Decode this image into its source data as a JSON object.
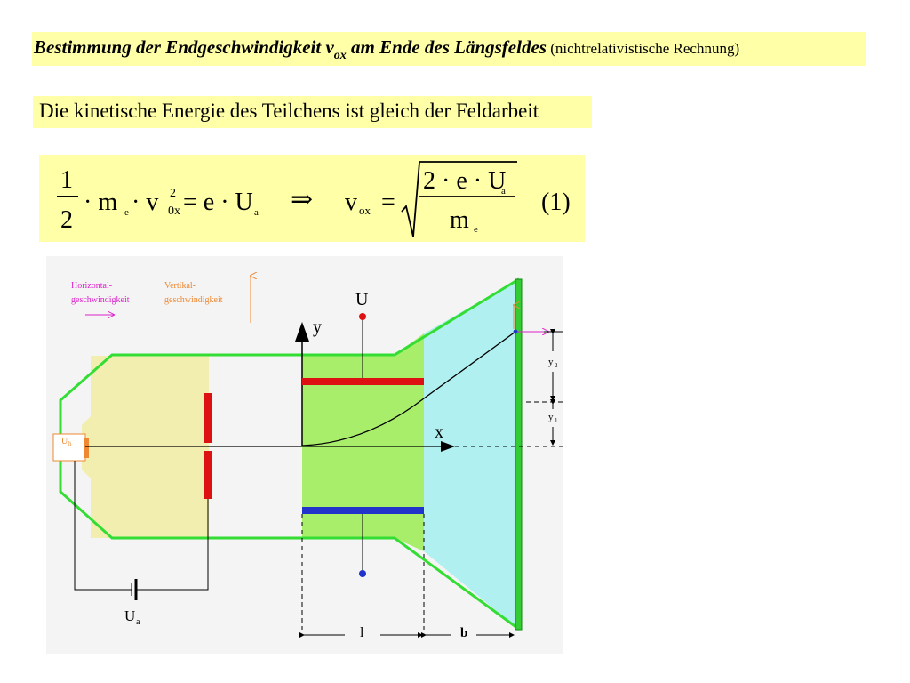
{
  "header": {
    "title_part1": "Bestimmung der Endgeschwindigkeit v",
    "title_sub": "ox",
    "title_part2": " am Ende des Längsfeldes",
    "title_note": " (nichtrelativistische Rechnung)",
    "statement": "Die kinetische Energie des Teilchens ist gleich der Feldarbeit"
  },
  "formula": {
    "frac_num": "1",
    "frac_den": "2",
    "lhs_terms": "· m",
    "lhs_sub_e": "e",
    "lhs_v": "· v",
    "lhs_sup": "2",
    "lhs_sub": "0x",
    "rhs1": "= e · U",
    "rhs1_sub": "a",
    "implies": "⇒",
    "v_label": "v",
    "v_sub": "ox",
    "equals": "=",
    "root_num": "2 · e · U",
    "root_num_sub": "a",
    "root_den": "m",
    "root_den_sub": "e",
    "eq_number": "(1)"
  },
  "diagram": {
    "legend_horizontal_line1": "Horizontal-",
    "legend_horizontal_line2": "geschwindigkeit",
    "legend_vertical_line1": "Vertikal-",
    "legend_vertical_line2": "geschwindigkeit",
    "label_U": "U",
    "label_y": "y",
    "label_x": "x",
    "label_Uh": "U",
    "label_Uh_sub": "h",
    "label_Ua": "U",
    "label_Ua_sub": "a",
    "label_y2": "y",
    "label_y2_sub": "2",
    "label_y1": "y",
    "label_y1_sub": "1",
    "label_l": "l",
    "label_b": "b",
    "colors": {
      "tube_outline": "#33dd33",
      "cathode_region": "#f2eeb0",
      "field_region": "#a8ee6a",
      "drift_region": "#b0f0f0",
      "plate_top": "#dd1111",
      "plate_bottom": "#2233cc",
      "screen": "#33cc33",
      "horizontal_arrow": "#dd22cc",
      "vertical_arrow": "#ee8833"
    }
  }
}
